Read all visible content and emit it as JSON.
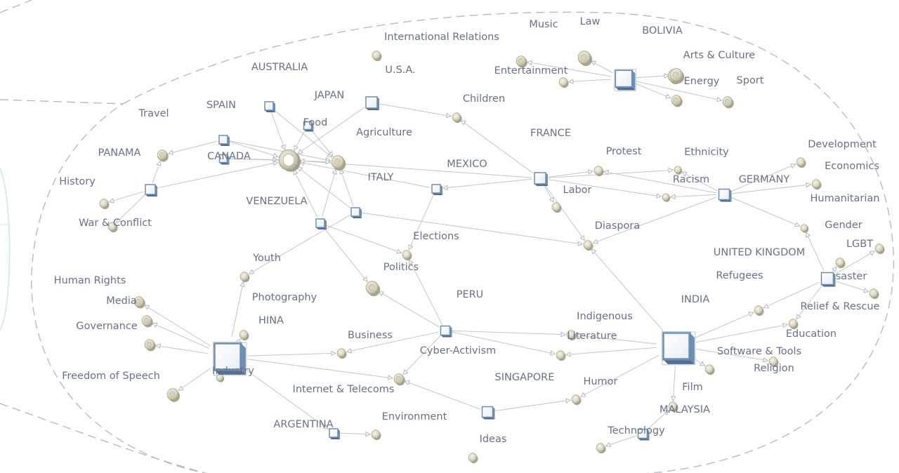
{
  "graph": {
    "colors": {
      "topic_fill": "#dcd9c5",
      "topic_highlight": "#f3f1e7",
      "topic_shadow": "#a9a58f",
      "country_face": "#ffffff",
      "country_side": "#6f8eb0",
      "country_dark": "#4e6d91",
      "edge": "#c3c6cc",
      "label": "#67718a",
      "hull": "#b8bcc2",
      "outer_hull": "#c9ecd5"
    },
    "countries": [
      {
        "id": "bolivia",
        "label": "BOLIVIA"
      },
      {
        "id": "australia",
        "label": "AUSTRALIA"
      },
      {
        "id": "usa",
        "label": "U.S.A."
      },
      {
        "id": "japan",
        "label": "JAPAN"
      },
      {
        "id": "spain",
        "label": "SPAIN"
      },
      {
        "id": "france",
        "label": "FRANCE"
      },
      {
        "id": "panama",
        "label": "PANAMA"
      },
      {
        "id": "canada",
        "label": "CANADA"
      },
      {
        "id": "mexico",
        "label": "MEXICO"
      },
      {
        "id": "italy",
        "label": "ITALY"
      },
      {
        "id": "germany",
        "label": "GERMANY"
      },
      {
        "id": "venezuela",
        "label": "VENEZUELA"
      },
      {
        "id": "united_kingdom",
        "label": "UNITED KINGDOM"
      },
      {
        "id": "peru",
        "label": "PERU"
      },
      {
        "id": "india",
        "label": "INDIA"
      },
      {
        "id": "china",
        "label": "HINA"
      },
      {
        "id": "singapore",
        "label": "SINGAPORE"
      },
      {
        "id": "argentina",
        "label": "ARGENTINA"
      },
      {
        "id": "malaysia",
        "label": "MALAYSIA"
      }
    ],
    "topics": [
      {
        "id": "music",
        "label": "Music"
      },
      {
        "id": "law",
        "label": "Law"
      },
      {
        "id": "international_relations",
        "label": "International Relations"
      },
      {
        "id": "arts_culture",
        "label": "Arts & Culture"
      },
      {
        "id": "entertainment",
        "label": "Entertainment"
      },
      {
        "id": "energy",
        "label": "Energy"
      },
      {
        "id": "sport",
        "label": "Sport"
      },
      {
        "id": "children",
        "label": "Children"
      },
      {
        "id": "travel",
        "label": "Travel"
      },
      {
        "id": "food",
        "label": "Food"
      },
      {
        "id": "agriculture",
        "label": "Agriculture"
      },
      {
        "id": "development",
        "label": "Development"
      },
      {
        "id": "protest",
        "label": "Protest"
      },
      {
        "id": "ethnicity",
        "label": "Ethnicity"
      },
      {
        "id": "economics",
        "label": "Economics"
      },
      {
        "id": "racism",
        "label": "Racism"
      },
      {
        "id": "history",
        "label": "History"
      },
      {
        "id": "labor",
        "label": "Labor"
      },
      {
        "id": "humanitarian",
        "label": "Humanitarian"
      },
      {
        "id": "war_conflict",
        "label": "War & Conflict"
      },
      {
        "id": "gender",
        "label": "Gender"
      },
      {
        "id": "diaspora",
        "label": "Diaspora"
      },
      {
        "id": "elections",
        "label": "Elections"
      },
      {
        "id": "lgbt",
        "label": "LGBT"
      },
      {
        "id": "youth",
        "label": "Youth"
      },
      {
        "id": "politics",
        "label": "Politics"
      },
      {
        "id": "refugees",
        "label": "Refugees"
      },
      {
        "id": "disaster",
        "label": "saster"
      },
      {
        "id": "human_rights",
        "label": "Human Rights"
      },
      {
        "id": "photography",
        "label": "Photography"
      },
      {
        "id": "media",
        "label": "Media"
      },
      {
        "id": "relief_rescue",
        "label": "Relief & Rescue"
      },
      {
        "id": "indigenous",
        "label": "Indigenous"
      },
      {
        "id": "governance",
        "label": "Governance"
      },
      {
        "id": "business",
        "label": "Business"
      },
      {
        "id": "education",
        "label": "Education"
      },
      {
        "id": "literature",
        "label": "Literature"
      },
      {
        "id": "cyber_activism",
        "label": "Cyber-Activism"
      },
      {
        "id": "software_tools",
        "label": "Software & Tools"
      },
      {
        "id": "religion",
        "label": "Religion"
      },
      {
        "id": "freedom_of_speech",
        "label": "Freedom of Speech"
      },
      {
        "id": "industry",
        "label": "Industry"
      },
      {
        "id": "humor",
        "label": "Humor"
      },
      {
        "id": "internet_telecoms",
        "label": "Internet & Telecoms"
      },
      {
        "id": "film",
        "label": "Film"
      },
      {
        "id": "environment",
        "label": "Environment"
      },
      {
        "id": "technology",
        "label": "Technology"
      },
      {
        "id": "ideas",
        "label": "Ideas"
      }
    ]
  }
}
